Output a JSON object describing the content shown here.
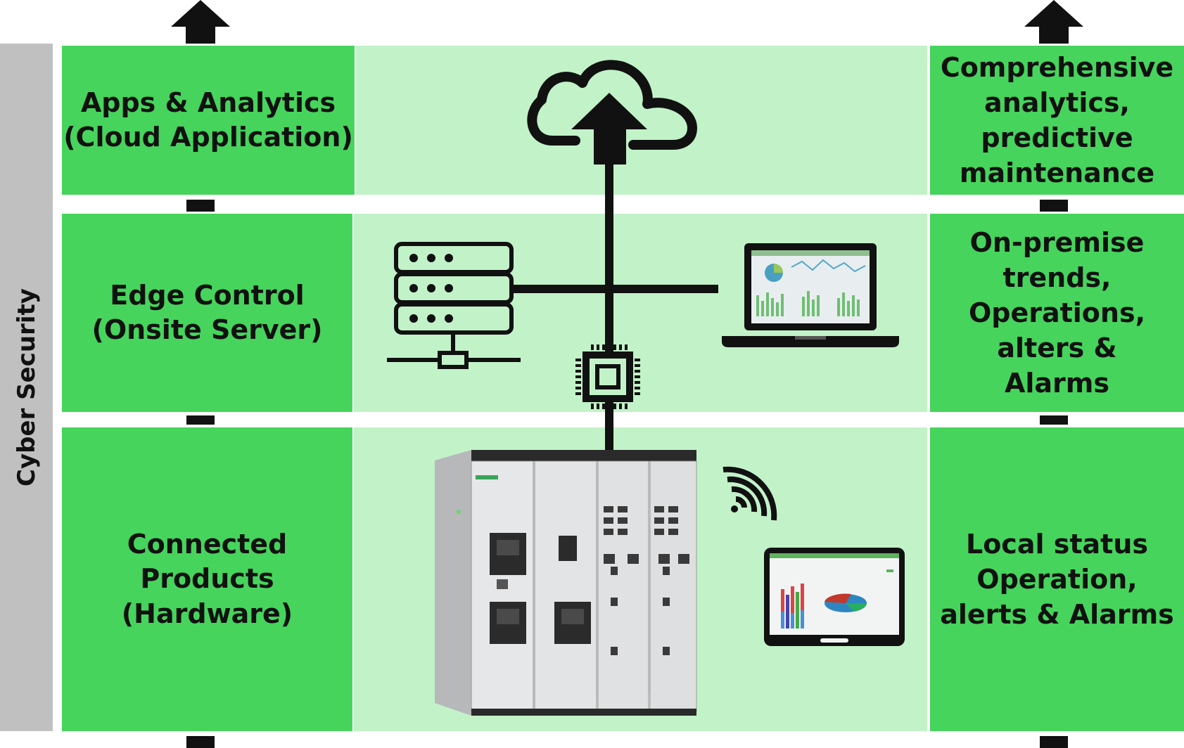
{
  "side_label": "Cyber Security",
  "rows": [
    {
      "id": "cloud",
      "left_lines": [
        "Apps & Analytics",
        "(Cloud Application)"
      ],
      "right_lines": [
        "Comprehensive",
        "analytics,",
        "predictive",
        "maintenance"
      ]
    },
    {
      "id": "edge",
      "left_lines": [
        "Edge Control",
        "(Onsite Server)"
      ],
      "right_lines": [
        "On-premise",
        "trends,",
        "Operations,",
        "alters &",
        "Alarms"
      ]
    },
    {
      "id": "products",
      "left_lines": [
        "Connected",
        "Products",
        "(Hardware)"
      ],
      "right_lines": [
        "Local status",
        "Operation,",
        "alerts & Alarms"
      ]
    }
  ],
  "icons": [
    "up-arrow-icon",
    "cloud-upload-icon",
    "server-rack-icon",
    "laptop-dashboard-icon",
    "chip-icon",
    "wifi-signal-icon",
    "tablet-dashboard-icon",
    "switchgear-cabinet-icon"
  ],
  "colors": {
    "dark_green": "#46d45c",
    "light_green": "#c2f2c8",
    "side_gray": "#c0c0c0",
    "line": "#111111"
  }
}
